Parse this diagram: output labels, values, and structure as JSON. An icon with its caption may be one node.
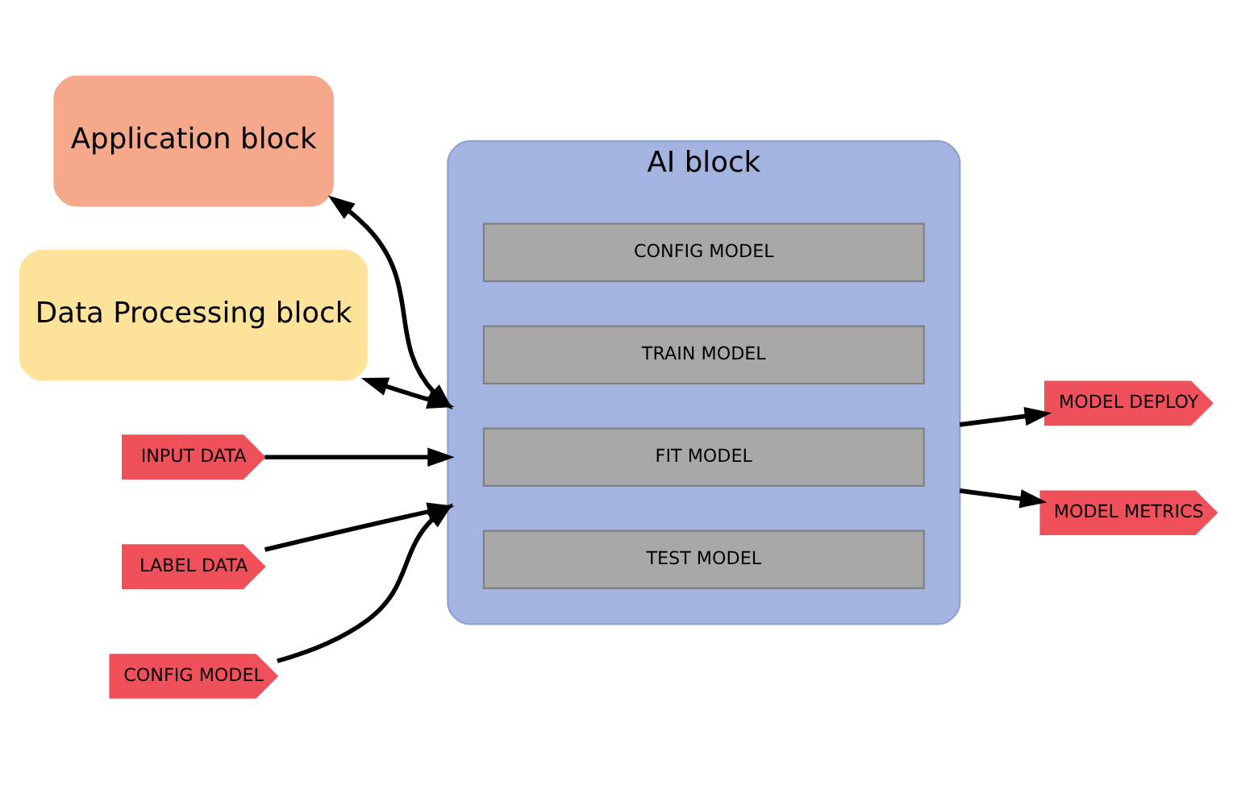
{
  "diagram": {
    "nodes": [
      {
        "text": [
          "Application block"
        ]
      },
      {
        "text": [
          "Data Processing block"
        ]
      },
      {
        "text": [
          "AI block"
        ]
      },
      {
        "text": [
          "CONFIG MODEL"
        ],
        "in": 2
      },
      {
        "text": [
          "TRAIN MODEL"
        ],
        "in": 2
      },
      {
        "text": [
          "FIT MODEL"
        ],
        "in": 2
      },
      {
        "text": [
          "TEST MODEL"
        ],
        "in": 2
      },
      {
        "text": [
          "INPUT DATA"
        ]
      },
      {
        "text": [
          "LABEL DATA"
        ]
      },
      {
        "text": [
          "CONFIG MODEL"
        ]
      },
      {
        "text": [
          "MODEL DEPLOY"
        ]
      },
      {
        "text": [
          "MODEL METRICS"
        ]
      }
    ],
    "edges": [
      {
        "from": 0,
        "to": 2,
        "arrow": "both"
      },
      {
        "from": 1,
        "to": 2,
        "arrow": "both"
      },
      {
        "from": 7,
        "to": 2,
        "arrow": "to"
      },
      {
        "from": 8,
        "to": 2,
        "arrow": "to"
      },
      {
        "from": 9,
        "to": 2,
        "arrow": "to"
      },
      {
        "from": 2,
        "to": 10,
        "arrow": "to"
      },
      {
        "from": 2,
        "to": 11,
        "arrow": "to"
      }
    ]
  }
}
